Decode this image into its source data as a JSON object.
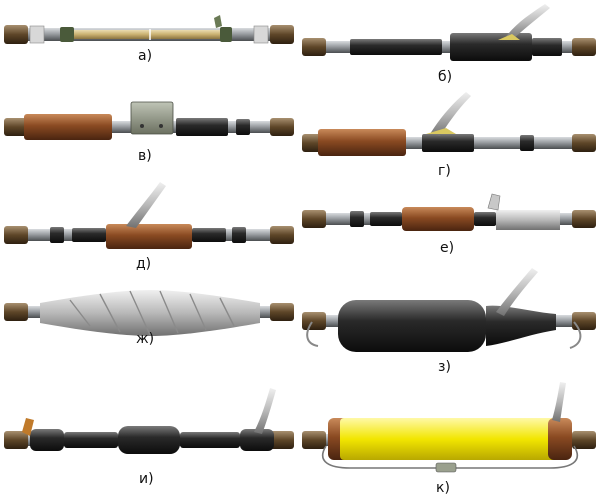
{
  "panels": [
    {
      "id": "a",
      "label": "а)"
    },
    {
      "id": "b",
      "label": "б)"
    },
    {
      "id": "v",
      "label": "в)"
    },
    {
      "id": "g",
      "label": "г)"
    },
    {
      "id": "d",
      "label": "д)"
    },
    {
      "id": "e",
      "label": "е)"
    },
    {
      "id": "zh",
      "label": "ж)"
    },
    {
      "id": "z",
      "label": "з)"
    },
    {
      "id": "i",
      "label": "и)"
    },
    {
      "id": "k",
      "label": "к)"
    }
  ],
  "colors": {
    "background": "#ffffff",
    "cable_core": "#8e9296",
    "cable_end": "#6b5232",
    "black_sleeve": "#1e1e1e",
    "copper_sleeve": "#8a4a22",
    "yellow_sleeve": "#f2e600",
    "tape": "#c8c8c8",
    "braid": "#c9b070"
  },
  "icons": [
    "cable-end-icon",
    "splice-sleeve-icon",
    "wire-tail-icon",
    "connector-clamp-icon"
  ]
}
